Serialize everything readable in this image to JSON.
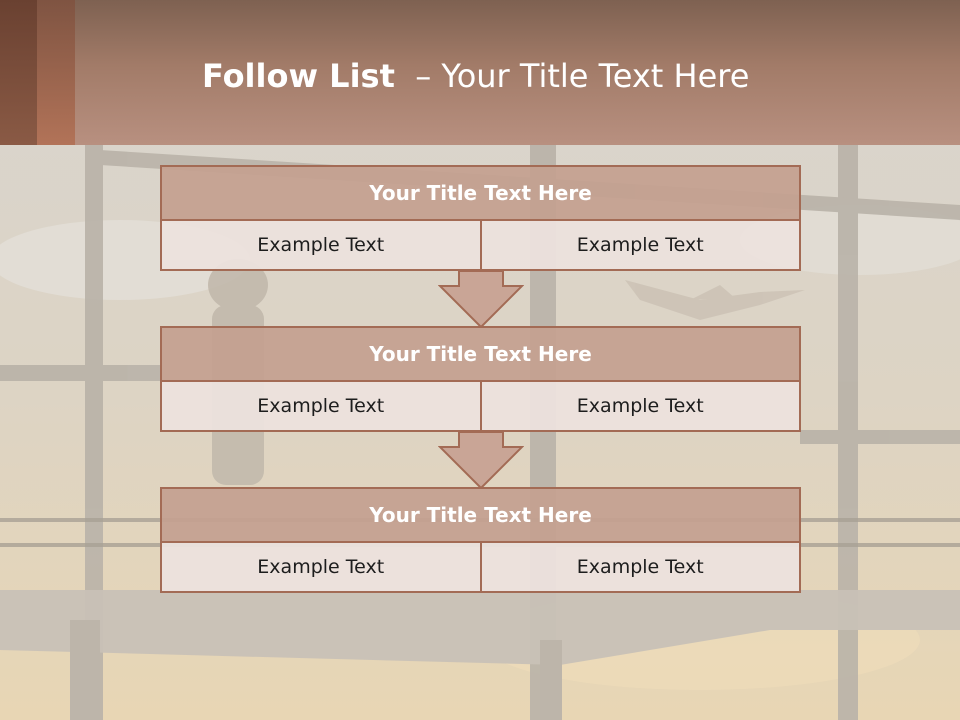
{
  "slide": {
    "title_bold": "Follow List",
    "title_rest": "  – Your Title Text Here"
  },
  "blocks": [
    {
      "title": "Your Title Text Here",
      "left": "Example Text",
      "right": "Example Text"
    },
    {
      "title": "Your Title Text Here",
      "left": "Example Text",
      "right": "Example Text"
    },
    {
      "title": "Your Title Text Here",
      "left": "Example Text",
      "right": "Example Text"
    }
  ],
  "colors": {
    "header": "#a27b68",
    "box_border": "#a36b55",
    "box_title_fill": "#c4a090",
    "box_cell_fill": "#ece1dd",
    "arrow_fill": "#c9a596"
  },
  "icons": [
    "down-arrow-icon"
  ]
}
